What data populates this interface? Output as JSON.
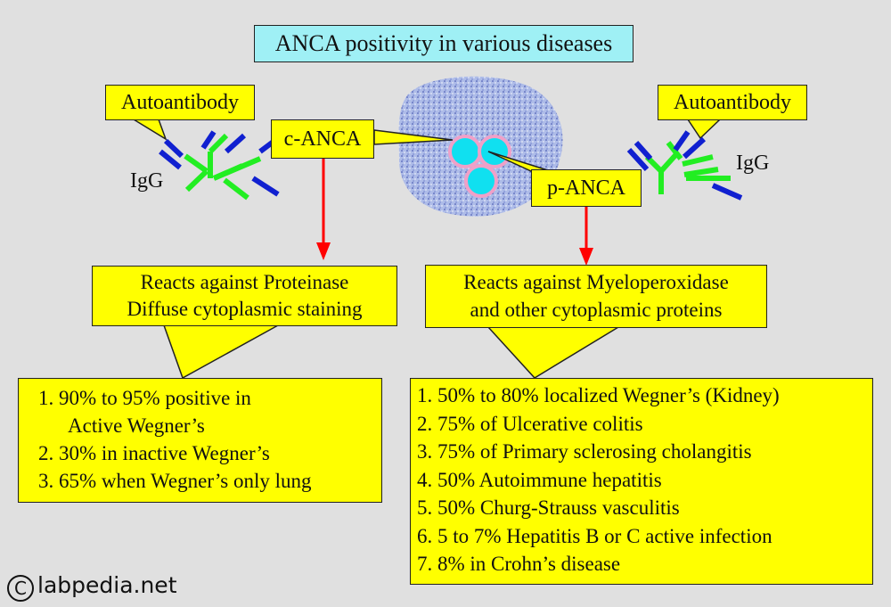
{
  "title": "ANCA positivity in various diseases",
  "labels": {
    "autoantibody_left": "Autoantibody",
    "autoantibody_right": "Autoantibody",
    "igg_left": "IgG",
    "igg_right": "IgG",
    "c_anca": "c-ANCA",
    "p_anca": "p-ANCA"
  },
  "c_anca_reaction": {
    "line1": "Reacts against Proteinase",
    "line2": "Diffuse cytoplasmic staining"
  },
  "p_anca_reaction": {
    "line1": "Reacts against Myeloperoxidase",
    "line2": "and other cytoplasmic proteins"
  },
  "c_anca_list": [
    "1. 90% to 95% positive in",
    "Active Wegner’s",
    "2. 30% in inactive Wegner’s",
    "3. 65% when Wegner’s only lung"
  ],
  "p_anca_list": [
    "1. 50% to 80% localized Wegner’s (Kidney)",
    "2. 75% of Ulcerative colitis",
    "3. 75% of Primary sclerosing cholangitis",
    "4. 50% Autoimmune hepatitis",
    "5. 50% Churg-Strauss vasculitis",
    "6. 5 to 7% Hepatitis B or C active infection",
    "7. 8% in Crohn’s disease"
  ],
  "footer": {
    "copyright_symbol": "C",
    "site": "labpedia.net"
  },
  "colors": {
    "background": "#e0e0e0",
    "title_fill": "#9ff0f5",
    "callout_fill": "#ffff00",
    "arrow": "#ff0000",
    "antibody_green": "#22ee22",
    "antibody_blue": "#1020d0",
    "cell_body": "#a8b8e8",
    "nucleus_fill": "#10e0f0",
    "nucleus_ring": "#f0a0c8"
  }
}
